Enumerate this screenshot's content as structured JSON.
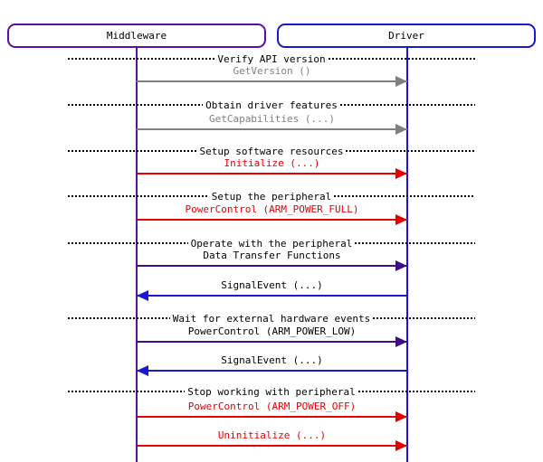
{
  "actors": [
    {
      "name": "Middleware"
    },
    {
      "name": "Driver"
    }
  ],
  "sections": [
    {
      "title": "Verify API version"
    },
    {
      "title": "Obtain driver features"
    },
    {
      "title": "Setup software resources"
    },
    {
      "title": "Setup the peripheral"
    },
    {
      "title": "Operate with the peripheral"
    },
    {
      "title": "Wait for external hardware events"
    },
    {
      "title": "Stop working with peripheral"
    }
  ],
  "messages": [
    {
      "label": "GetVersion ()",
      "from": "Middleware",
      "to": "Driver",
      "style": "gray"
    },
    {
      "label": "GetCapabilities (...)",
      "from": "Middleware",
      "to": "Driver",
      "style": "gray"
    },
    {
      "label": "Initialize (...)",
      "from": "Middleware",
      "to": "Driver",
      "style": "red"
    },
    {
      "label": "PowerControl (ARM_POWER_FULL)",
      "from": "Middleware",
      "to": "Driver",
      "style": "red"
    },
    {
      "label": "Data Transfer Functions",
      "from": "Middleware",
      "to": "Driver",
      "style": "indigo"
    },
    {
      "label": "SignalEvent (...)",
      "from": "Driver",
      "to": "Middleware",
      "style": "blue"
    },
    {
      "label": "PowerControl (ARM_POWER_LOW)",
      "from": "Middleware",
      "to": "Driver",
      "style": "indigo"
    },
    {
      "label": "SignalEvent (...)",
      "from": "Driver",
      "to": "Middleware",
      "style": "blue"
    },
    {
      "label": "PowerControl (ARM_POWER_OFF)",
      "from": "Middleware",
      "to": "Driver",
      "style": "red"
    },
    {
      "label": "Uninitialize (...)",
      "from": "Middleware",
      "to": "Driver",
      "style": "red"
    }
  ],
  "colors": {
    "middleware_accent": "#5b10a1",
    "driver_accent": "#1818d0",
    "call_gray": "#808080",
    "call_red": "#e60000",
    "call_indigo": "#3f0d8a",
    "callback_blue": "#1818d0",
    "text": "#000000",
    "background": "#ffffff"
  }
}
